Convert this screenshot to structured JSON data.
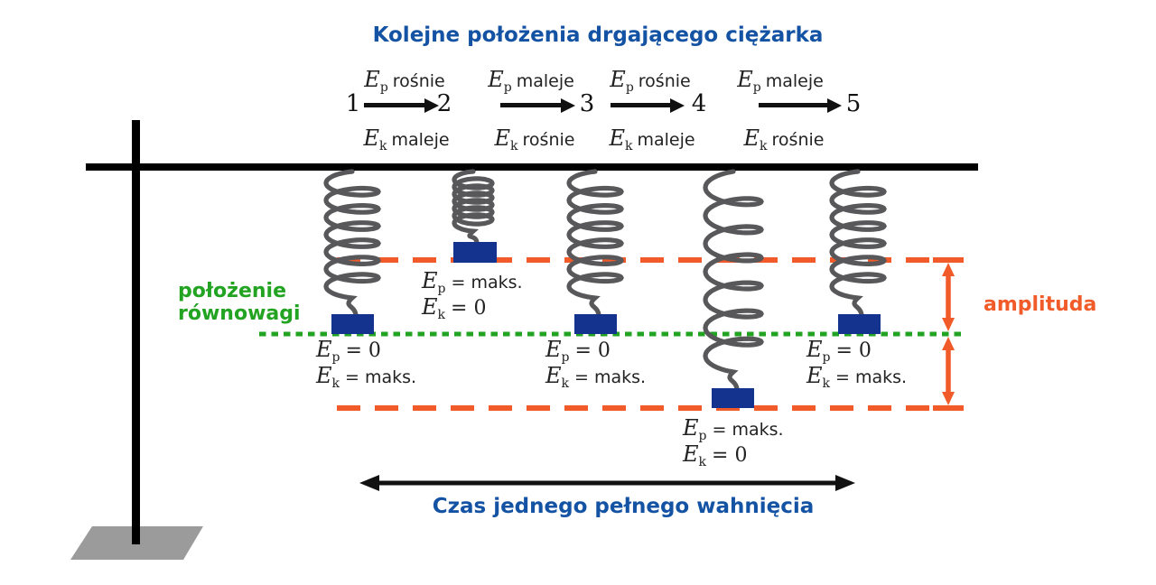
{
  "title": "Kolejne położenia drgającego ciężarka",
  "glyph_E": "E",
  "sequence": {
    "numbers": [
      "1",
      "2",
      "3",
      "4",
      "5"
    ],
    "transitions": [
      {
        "top_sub": "p",
        "top_word": "rośnie",
        "bottom_sub": "k",
        "bottom_word": "maleje"
      },
      {
        "top_sub": "p",
        "top_word": "maleje",
        "bottom_sub": "k",
        "bottom_word": "rośnie"
      },
      {
        "top_sub": "p",
        "top_word": "rośnie",
        "bottom_sub": "k",
        "bottom_word": "maleje"
      },
      {
        "top_sub": "p",
        "top_word": "maleje",
        "bottom_sub": "k",
        "bottom_word": "rośnie"
      }
    ]
  },
  "energy": {
    "states": [
      {
        "line1_sub": "p",
        "line1_val": "=  0",
        "line2_sub": "k",
        "line2_val": "=  maks."
      },
      {
        "line1_sub": "p",
        "line1_val": "=  maks.",
        "line2_sub": "k",
        "line2_val": "=  0"
      },
      {
        "line1_sub": "p",
        "line1_val": "=  0",
        "line2_sub": "k",
        "line2_val": "=  maks."
      },
      {
        "line1_sub": "p",
        "line1_val": "=  maks.",
        "line2_sub": "k",
        "line2_val": "=  0"
      },
      {
        "line1_sub": "p",
        "line1_val": "=  0",
        "line2_sub": "k",
        "line2_val": "=  maks."
      }
    ]
  },
  "labels": {
    "equilibrium_line1": "położenie",
    "equilibrium_line2": "równowagi",
    "amplitude": "amplituda",
    "period": "Czas jednego pełnego wahnięcia"
  },
  "colors": {
    "heading_blue": "#1453a4",
    "equilibrium_green": "#22a322",
    "amplitude_orange": "#f15b2a",
    "weight_navy": "#14338f",
    "spring_gray": "#58585a",
    "stand_black": "#000000",
    "base_gray": "#9b9b9b"
  }
}
